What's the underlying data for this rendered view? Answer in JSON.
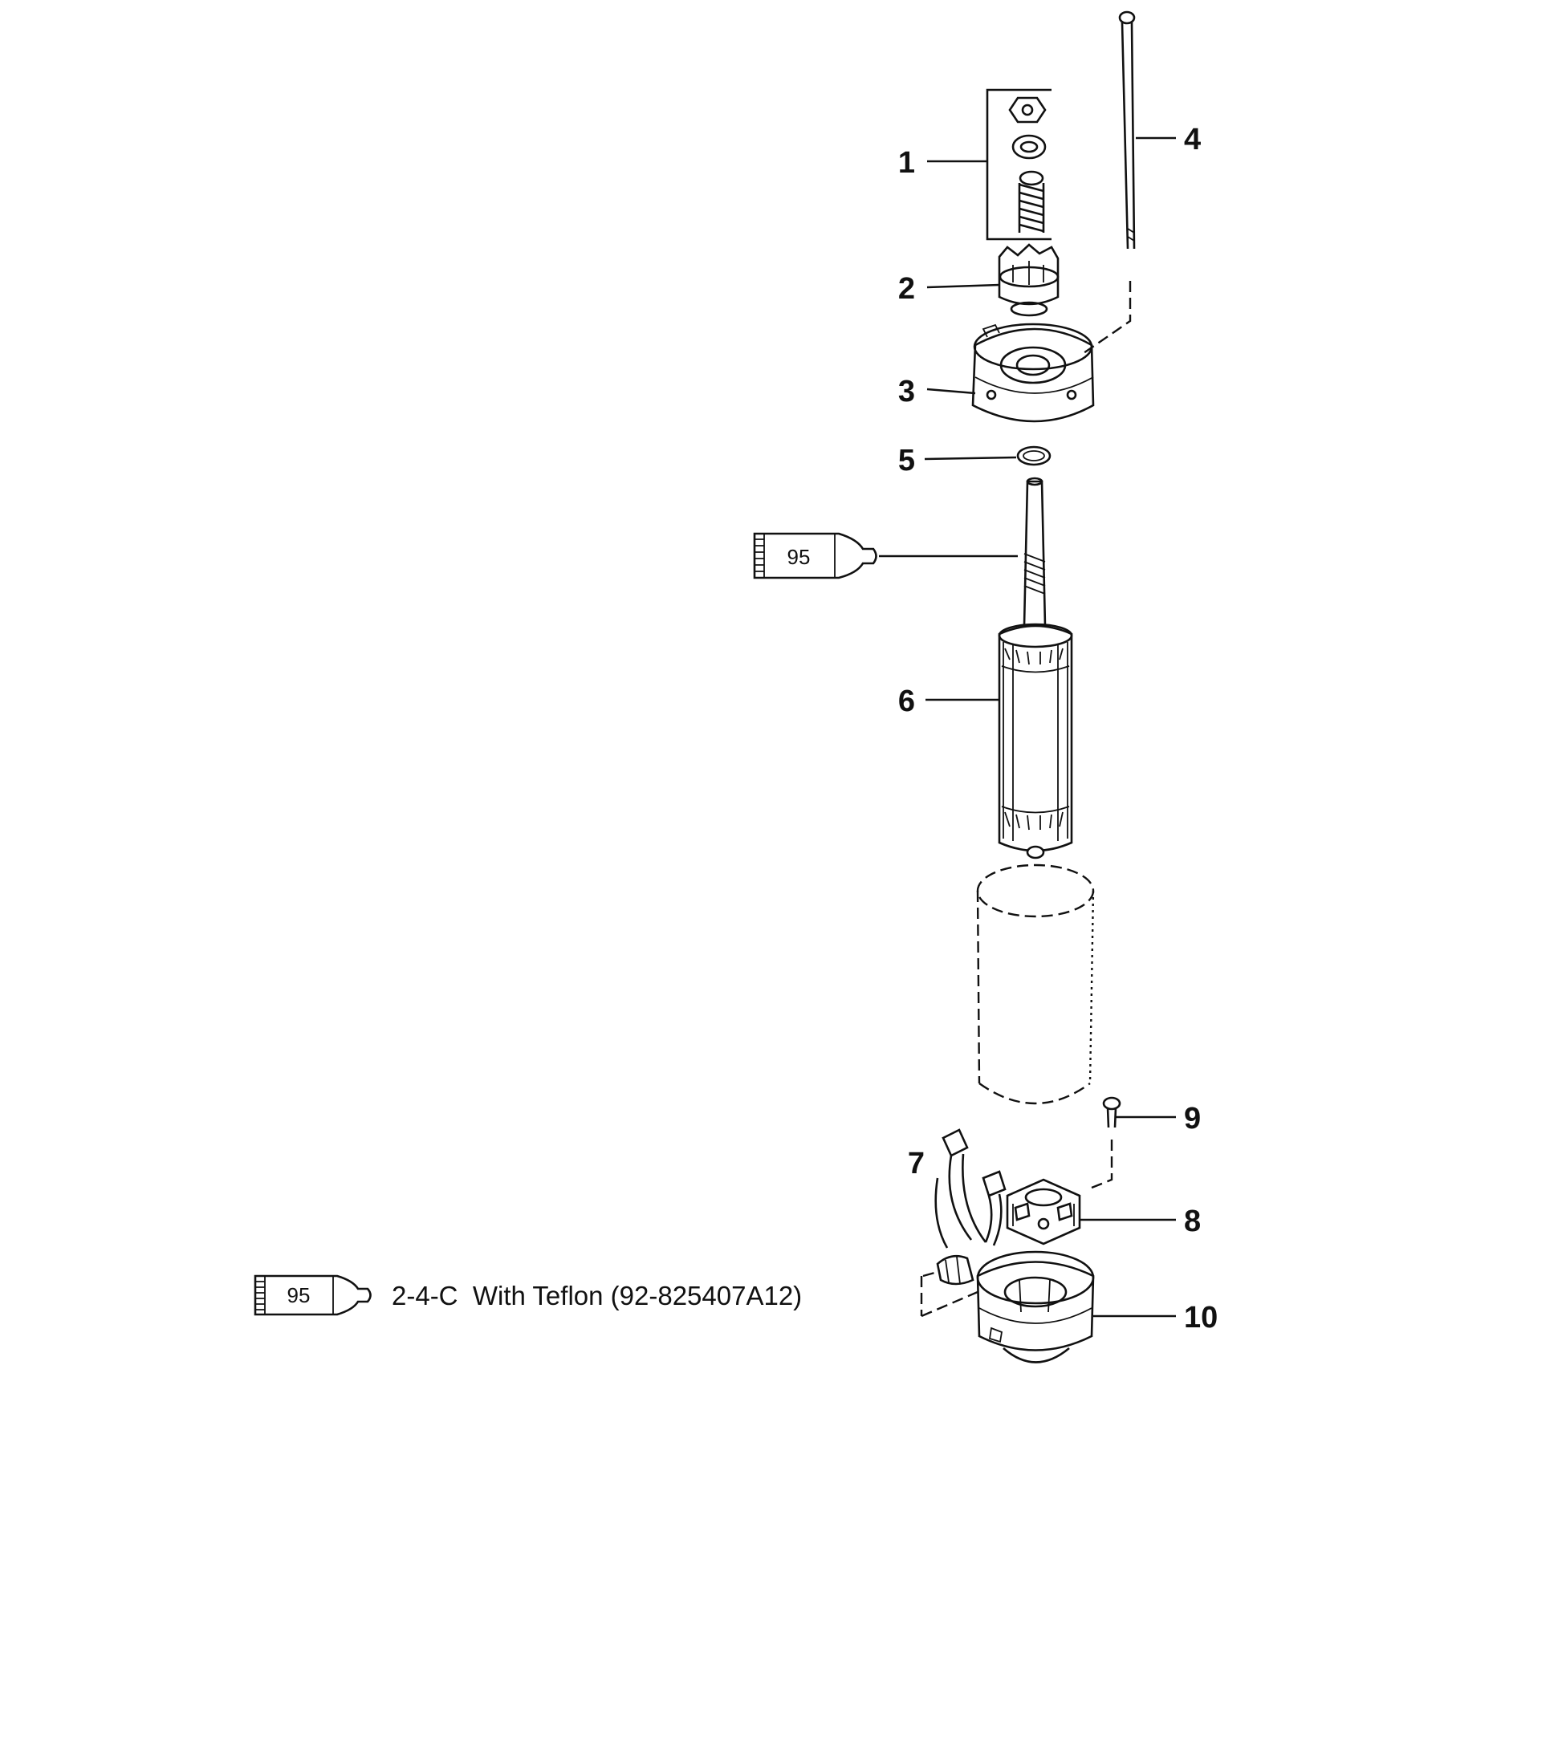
{
  "callouts": [
    {
      "id": "1",
      "label": "1"
    },
    {
      "id": "2",
      "label": "2"
    },
    {
      "id": "3",
      "label": "3"
    },
    {
      "id": "4",
      "label": "4"
    },
    {
      "id": "5",
      "label": "5"
    },
    {
      "id": "6",
      "label": "6"
    },
    {
      "id": "7",
      "label": "7"
    },
    {
      "id": "8",
      "label": "8"
    },
    {
      "id": "9",
      "label": "9"
    },
    {
      "id": "10",
      "label": "10"
    }
  ],
  "lubricant_tube_label": "95",
  "legend": {
    "tube_label": "95",
    "text": "2-4-C  With Teflon (92-825407A12)"
  }
}
